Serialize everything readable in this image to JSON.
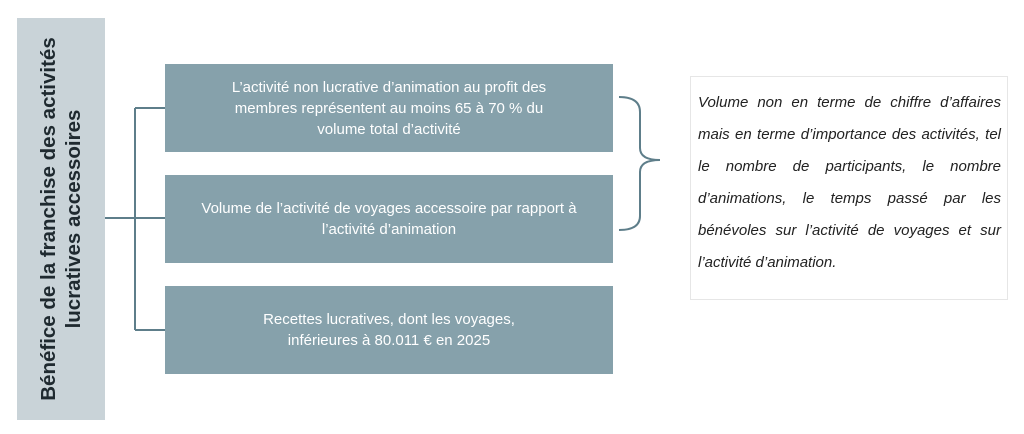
{
  "side_title": "Bénéfice de la franchise des activités lucratives accessoires",
  "boxes": [
    {
      "text": "L’activité non lucrative d’animation au profit des membres représentent au moins 65 à 70 % du volume total d’activité"
    },
    {
      "text": "Volume de l’activité de voyages accessoire par rapport à l’activité d’animation"
    },
    {
      "text": "Recettes lucratives, dont les voyages, inférieures à 80.011 € en 2025"
    }
  ],
  "note": "Volume non en terme de chiffre d’affaires mais en terme d’importance des activités, tel le nombre de participants, le nombre d’animations, le temps passé par les bénévoles sur l’activité de voyages et sur l’activité d’animation.",
  "colors": {
    "box_fill": "#86a1ab",
    "side_band": "#c9d3d8",
    "connector": "#5e7e8a"
  }
}
